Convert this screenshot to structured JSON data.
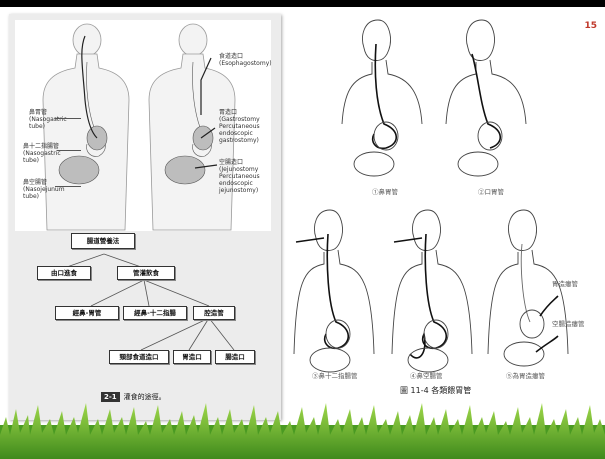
{
  "page_number": "15",
  "left_figure": {
    "labels": {
      "nasogastric": "鼻胃管\n(Nasogastric\ntube)",
      "nasoduodenal": "鼻十二指腸管\n(Nasogastric\ntube)",
      "nasojejunum": "鼻空腸管\n(Nasojejunum\ntube)",
      "esophagostomy": "食道造口\n(Esophagostomy)",
      "gastrostomy": "胃造口\n(Gastrostomy\nPercutaneous\nendoscopic\ngastrostomy)",
      "jejunostomy": "空腸造口\n(Jejunostomy\nPercutaneous\nendoscopic\njejunostomy)"
    },
    "tree": {
      "root": "腸道營養法",
      "oral": "由口進食",
      "tube": "管灌飲食",
      "naso_gastric": "經鼻-胃管",
      "naso_duodenal": "經鼻-十二指腸",
      "ostomy": "腔造管",
      "esophagostomy": "頸部食道造口",
      "gastrostomy": "胃造口",
      "jejunostomy": "腸造口"
    },
    "caption_badge": "2-1",
    "caption_text": "灌食的途徑。"
  },
  "right_figure": {
    "labels": [
      "①鼻胃管",
      "②口胃管",
      "③鼻十二指腸管",
      "④鼻空腸管",
      "⑤為胃造瘻管"
    ],
    "side_labels": [
      "胃造瘻管",
      "空腸造瘻管"
    ],
    "caption": "圖 11-4 各類餵胃管"
  }
}
